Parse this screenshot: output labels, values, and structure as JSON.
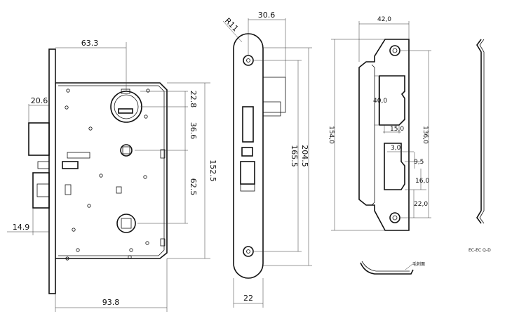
{
  "drawing": {
    "lock_body": {
      "width": "63.3",
      "faceplate_to_cylinder": "20.6",
      "key_to_handle": "22.8",
      "cylinder_spacing": "36.6",
      "handle_to_thumbturn": "62.5",
      "body_height": "152.5",
      "offset_bottom": "14.9",
      "overall_width": "93.8"
    },
    "faceplate": {
      "radius": "R11",
      "width": "30.6",
      "screw_spacing": "165.5",
      "length": "204.5",
      "face_width": "22"
    },
    "strike_plate": {
      "width": "42,0",
      "length": "154,0",
      "screw_spacing": "136,0",
      "latch_opening": "40,0",
      "latch_depth": "15,0",
      "bolt_depth": "3,0",
      "bolt_offset": "9,5",
      "bolt_opening": "16,0",
      "bolt_bottom": "22,0"
    },
    "notes": {
      "bend_label": "毛刺面",
      "corner_code": "EC-EC  Q-D"
    }
  }
}
